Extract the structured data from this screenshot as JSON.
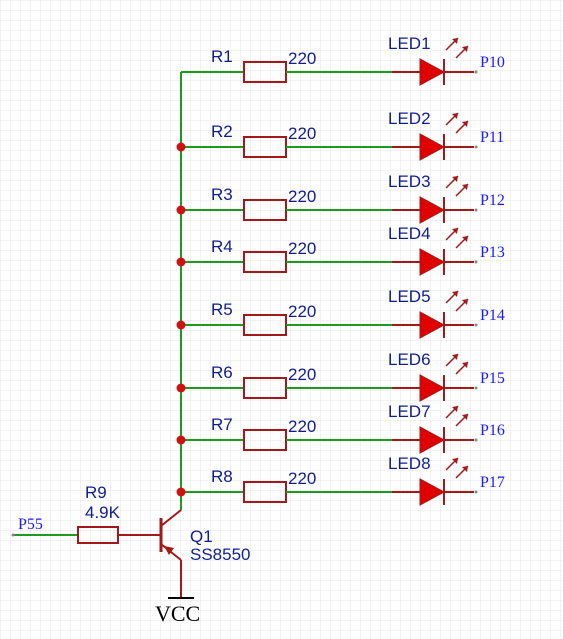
{
  "colors": {
    "wire": "#1e9a1e",
    "component": "#a31818",
    "led_fill": "#e00000",
    "junction": "#d11111",
    "label": "#0f1e8c",
    "pin_label": "#1a1aff",
    "grid": "#e4e4e4"
  },
  "rows": [
    {
      "resistor": "R1",
      "value": "220",
      "led": "LED1",
      "port": "P10"
    },
    {
      "resistor": "R2",
      "value": "220",
      "led": "LED2",
      "port": "P11"
    },
    {
      "resistor": "R3",
      "value": "220",
      "led": "LED3",
      "port": "P12"
    },
    {
      "resistor": "R4",
      "value": "220",
      "led": "LED4",
      "port": "P13"
    },
    {
      "resistor": "R5",
      "value": "220",
      "led": "LED5",
      "port": "P14"
    },
    {
      "resistor": "R6",
      "value": "220",
      "led": "LED6",
      "port": "P15"
    },
    {
      "resistor": "R7",
      "value": "220",
      "led": "LED7",
      "port": "P16"
    },
    {
      "resistor": "R8",
      "value": "220",
      "led": "LED8",
      "port": "P17"
    }
  ],
  "base_resistor": {
    "name": "R9",
    "value": "4.9K"
  },
  "transistor": {
    "name": "Q1",
    "part": "SS8550"
  },
  "input_port": "P55",
  "supply": "VCC"
}
